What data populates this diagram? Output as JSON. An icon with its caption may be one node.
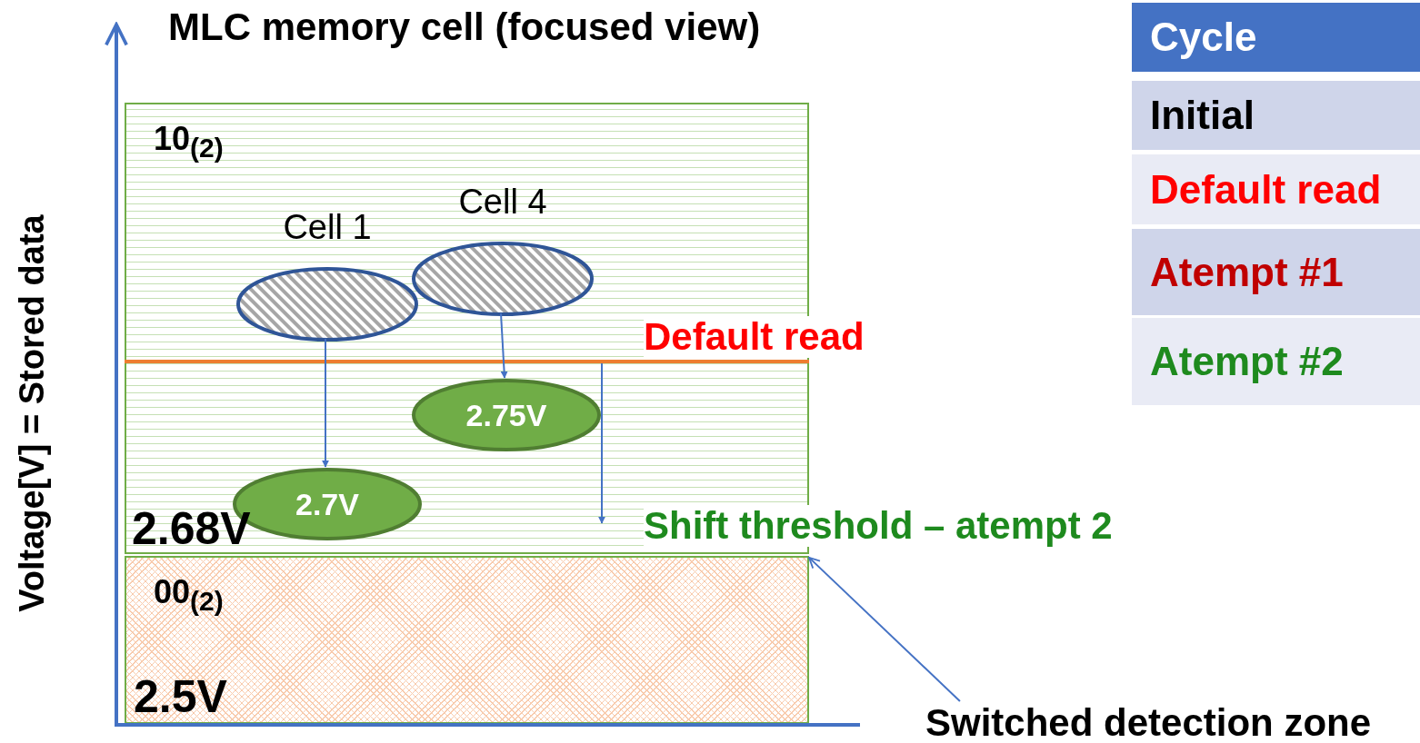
{
  "diagram": {
    "title": "MLC memory cell (focused view)",
    "nodes": [
      {
        "text": [
          "10$_{(2)}$",
          "2.68V"
        ]
      },
      {
        "text": [
          "00$_{(2)}$",
          "2.5V"
        ]
      },
      {
        "text": [
          "Cell 1"
        ],
        "in": 0
      },
      {
        "text": [
          "Cell 4"
        ],
        "in": 0
      },
      {
        "text": [
          "2.75V"
        ],
        "in": 0
      },
      {
        "text": [
          "2.7V"
        ],
        "in": 0
      },
      {
        "text": [
          "Switched detection zone"
        ]
      }
    ],
    "edges": [
      {
        "from": 2,
        "to": 5,
        "arrow": "to"
      },
      {
        "from": 3,
        "to": 4,
        "arrow": "to"
      },
      {
        "from": 6,
        "to": 1,
        "arrow": "to"
      }
    ],
    "labels": [
      "Voltage[V] = Stored data",
      "Default read",
      "Shift threshold – atempt 2",
      "Cycle",
      "Initial",
      "Default read",
      "Atempt #1",
      "Atempt #2"
    ]
  }
}
